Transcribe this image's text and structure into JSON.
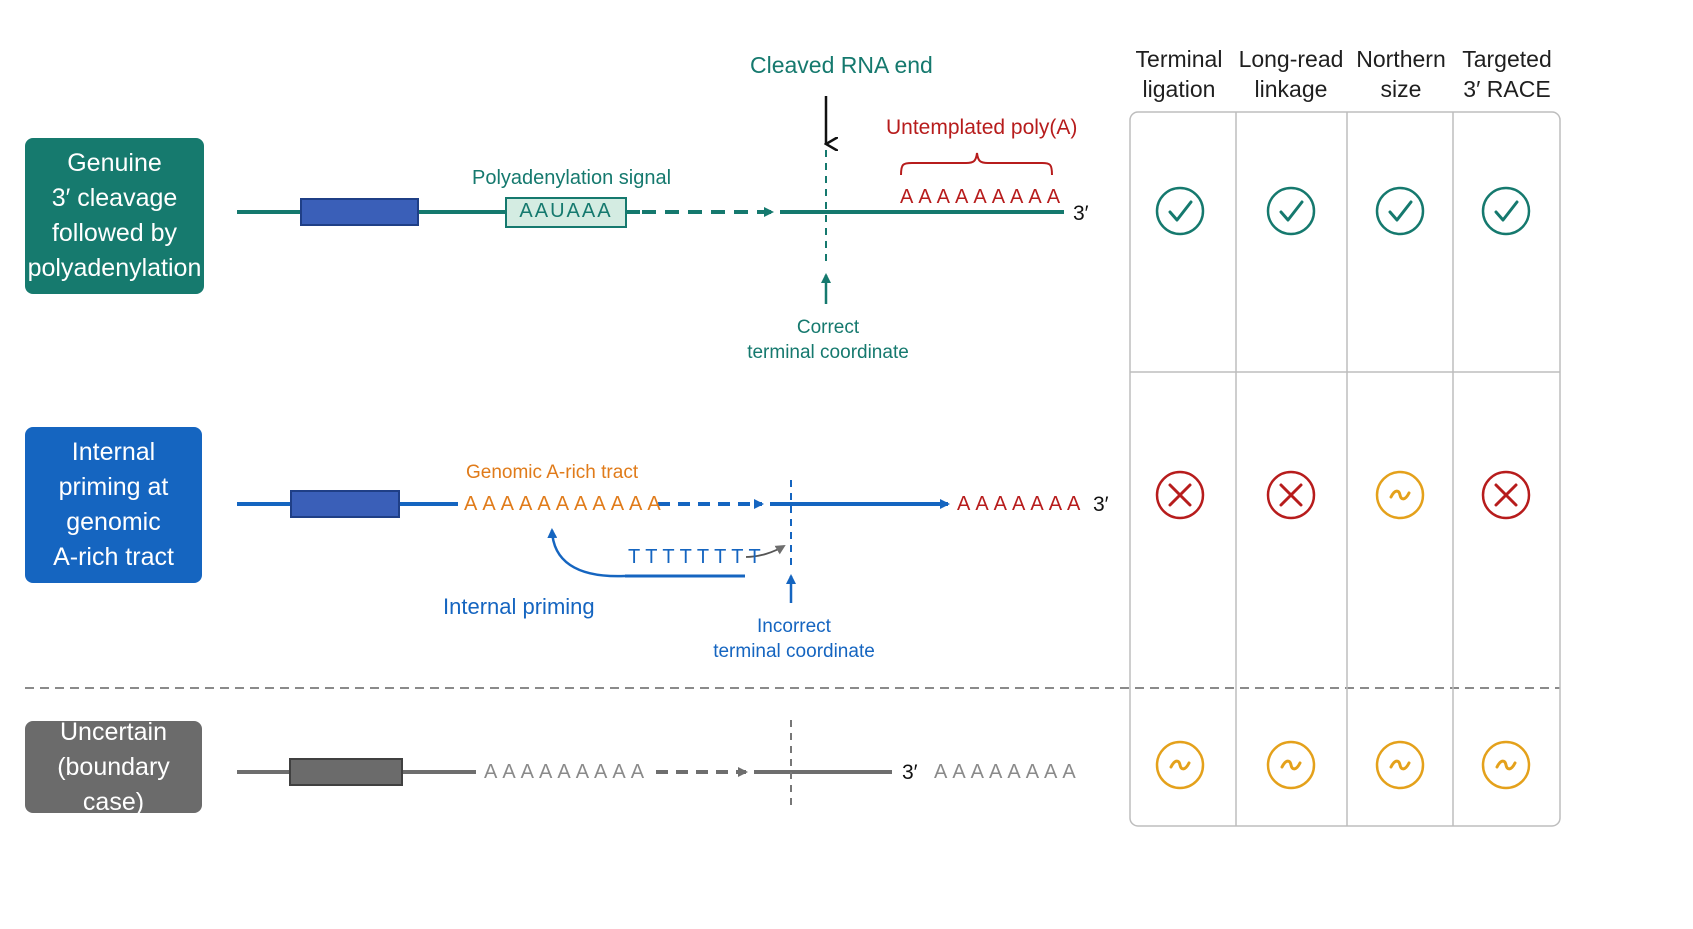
{
  "colors": {
    "teal": "#15796e",
    "blue": "#1565c0",
    "gray": "#6e6e6e",
    "red": "#b71c1c",
    "orange": "#e07b1a",
    "amber": "#e4a11b",
    "exon_blue": "#3a5fb8"
  },
  "rows": [
    {
      "label": "Genuine\n3′ cleavage\nfollowed by\npolyadenylation",
      "color": "#167a6e"
    },
    {
      "label": "Internal\npriming at\ngenomic\nA-rich tract",
      "color": "#1565c0"
    },
    {
      "label": "Uncertain\n(boundary case)",
      "color": "#6b6b6b"
    }
  ],
  "columns": [
    "Terminal\nligation",
    "Long-read\nlinkage",
    "Northern\nsize",
    "Targeted\n3′ RACE"
  ],
  "matrix": [
    [
      "check",
      "check",
      "check",
      "check"
    ],
    [
      "cross",
      "cross",
      "tilde",
      "cross"
    ],
    [
      "tilde",
      "tilde",
      "tilde",
      "tilde"
    ]
  ],
  "row1": {
    "cleaved_label": "Cleaved RNA end",
    "signal_label": "Polyadenylation signal",
    "signal_seq": "AAUAAA",
    "polya_label": "Untemplated poly(A)",
    "polya_seq": "AAAAAAAAA",
    "end_label": "3′",
    "coord_label": "Correct\nterminal coordinate"
  },
  "row2": {
    "tract_label": "Genomic A-rich tract",
    "tract_seq": "AAAAAAAAAAA",
    "primer_seq": "TTTTTTTT",
    "priming_label": "Internal priming",
    "polya_seq": "AAAAAAA",
    "end_label": "3′",
    "coord_label": "Incorrect\nterminal coordinate"
  },
  "row3": {
    "seq_left": "AAAAAAAAA",
    "end_label": "3′",
    "seq_right": "AAAAAAAA"
  }
}
